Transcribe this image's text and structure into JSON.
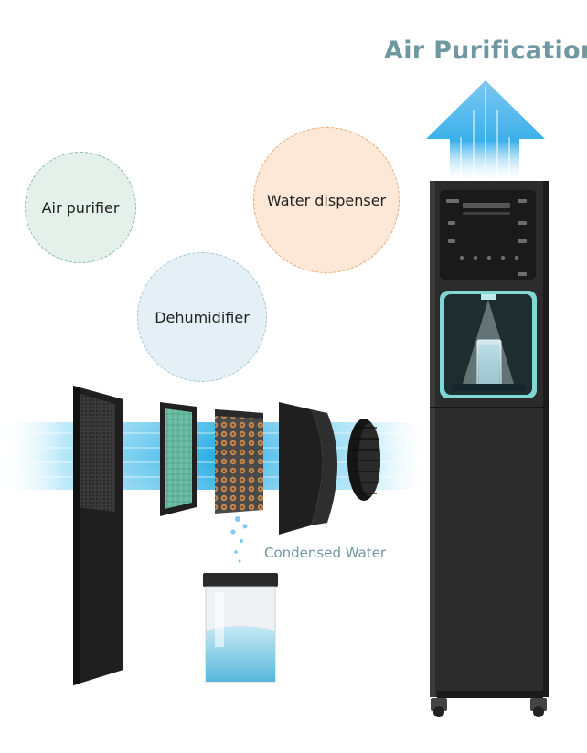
{
  "header": {
    "title": "Air Purification"
  },
  "features": {
    "air_purifier": "Air purifier",
    "water_dispenser": "Water dispenser",
    "dehumidifier": "Dehumidifier"
  },
  "labels": {
    "condensed_water": "Condensed Water"
  },
  "colors": {
    "title": "#6f98a0",
    "airflow": "#35b6e8",
    "water_ring": "#7fd8d2",
    "cabinet": "#2b2b2b"
  }
}
